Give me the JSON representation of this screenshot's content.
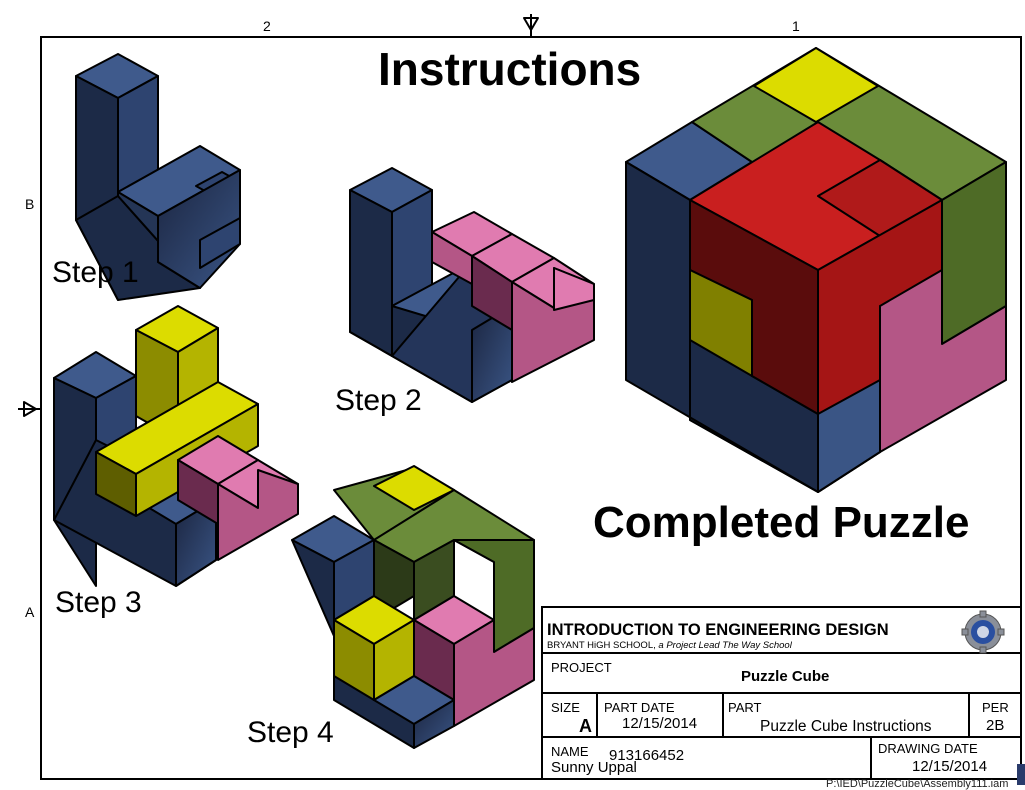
{
  "header": {
    "title": "Instructions"
  },
  "zones": {
    "top_2": "2",
    "top_1": "1",
    "left_b": "B",
    "left_a": "A"
  },
  "steps": [
    {
      "label": "Step 1"
    },
    {
      "label": "Step 2"
    },
    {
      "label": "Step 3"
    },
    {
      "label": "Step 4"
    }
  ],
  "completed": {
    "label": "Completed Puzzle"
  },
  "title_block": {
    "course": "INTRODUCTION TO ENGINEERING DESIGN",
    "school": "BRYANT HiGH SCHOOL,",
    "school_tag": "a Project Lead The Way School",
    "project_label": "PROJECT",
    "project_value": "Puzzle Cube",
    "size_label": "SIZE",
    "size_value": "A",
    "part_date_label": "PART DATE",
    "part_date_value": "12/15/2014",
    "part_label": "PART",
    "part_value": "Puzzle Cube Instructions",
    "per_label": "PER",
    "per_value": "2B",
    "name_label": "NAME",
    "name_id": "913166452",
    "name_value": "Sunny Uppal",
    "drawing_date_label": "DRAWING DATE",
    "drawing_date_value": "12/15/2014"
  },
  "footer": {
    "path": "P:\\IED\\PuzzleCube\\Assembly111.iam"
  },
  "colors": {
    "blue_light": "#3f5a8c",
    "blue_dark": "#1c2a47",
    "pink_light": "#e07bb0",
    "pink_dark": "#b45686",
    "yellow_light": "#dcdc00",
    "yellow_dark": "#5e5e00",
    "green_light": "#6b8c3a",
    "green_dark": "#2c3a18",
    "red_light": "#c91f1f",
    "red_dark": "#5a0c0c"
  },
  "icons": {
    "logo": "gear-logo-icon",
    "triangle": "center-mark-icon"
  }
}
